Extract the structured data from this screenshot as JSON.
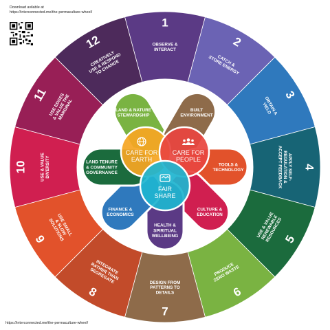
{
  "header": {
    "download_line": "Download avilable at",
    "url_line": "https://interconnected.me/the-permaculture-wheel/"
  },
  "footer": {
    "url_line": "https://interconnected.me/the-permaculture-wheel/"
  },
  "principles": [
    {
      "num": "1",
      "lines": [
        "OBSERVE &",
        "INTERACT"
      ],
      "color": "#5b3a85"
    },
    {
      "num": "2",
      "lines": [
        "CATCH &",
        "STORE ENERGY"
      ],
      "color": "#6b63b4"
    },
    {
      "num": "3",
      "lines": [
        "OBTAIN A",
        "YIELD"
      ],
      "color": "#2f79bd"
    },
    {
      "num": "4",
      "lines": [
        "APPLY SELF-",
        "REGULATION &",
        "ACCEPT FEEDBACK"
      ],
      "color": "#176475"
    },
    {
      "num": "5",
      "lines": [
        "USE & VALUE",
        "RENEWABLE",
        "RESOURCES"
      ],
      "color": "#1b6b3d"
    },
    {
      "num": "6",
      "lines": [
        "PRODUCE",
        "ZERO WASTE"
      ],
      "color": "#7ab342"
    },
    {
      "num": "7",
      "lines": [
        "DESIGN FROM",
        "PATTERNS TO",
        "DETAILS"
      ],
      "color": "#8e6b4a"
    },
    {
      "num": "8",
      "lines": [
        "INTEGRATE",
        "RATHER THAN",
        "SEGREGATE"
      ],
      "color": "#c24b2a"
    },
    {
      "num": "9",
      "lines": [
        "USE SMALL",
        "& SLOW",
        "SOLUTIONS"
      ],
      "color": "#e2522b"
    },
    {
      "num": "10",
      "lines": [
        "USE & VALUE",
        "DIVERSITY"
      ],
      "color": "#d01f50"
    },
    {
      "num": "11",
      "lines": [
        "USE EDGES",
        "& VALUE THE",
        "MARGINAL"
      ],
      "color": "#981f56"
    },
    {
      "num": "12",
      "lines": [
        "CREATIVELY",
        "USE & RESPOND",
        "TO CHANGE"
      ],
      "color": "#4d2a5b"
    }
  ],
  "petals": [
    {
      "lines": [
        "LAND & NATURE",
        "STEWARDSHIP"
      ],
      "color": "#7ab342"
    },
    {
      "lines": [
        "BUILT",
        "ENVIRONMENT"
      ],
      "color": "#8e6b4a"
    },
    {
      "lines": [
        "TOOLS &",
        "TECHNOLOGY"
      ],
      "color": "#e2522b"
    },
    {
      "lines": [
        "CULTURE &",
        "EDUCATION"
      ],
      "color": "#d01f50"
    },
    {
      "lines": [
        "HEALTH &",
        "SPIRITUAL",
        "WELLBEING"
      ],
      "color": "#5b3a85"
    },
    {
      "lines": [
        "FINANCE &",
        "ECONOMICS"
      ],
      "color": "#2f79bd"
    },
    {
      "lines": [
        "LAND TENURE",
        "& COMMUNITY",
        "GOVERNANCE"
      ],
      "color": "#1b6b3d"
    }
  ],
  "ethics": {
    "earth": {
      "lines": [
        "CARE FOR",
        "EARTH"
      ],
      "color": "#f5a623",
      "icon": "globe-icon"
    },
    "people": {
      "lines": [
        "CARE FOR",
        "PEOPLE"
      ],
      "color": "#e8463f",
      "icon": "people-icon"
    },
    "share": {
      "lines": [
        "FAIR",
        "SHARE"
      ],
      "color": "#1fb5d0",
      "icon": "handshake-icon"
    }
  }
}
